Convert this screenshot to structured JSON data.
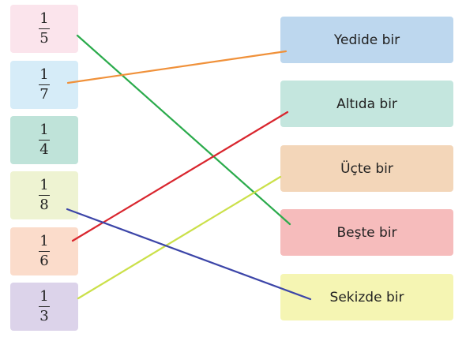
{
  "fractions": [
    {
      "numerator": "1",
      "denominator": "5",
      "color": "#fbe4ec"
    },
    {
      "numerator": "1",
      "denominator": "7",
      "color": "#d6ecf8"
    },
    {
      "numerator": "1",
      "denominator": "4",
      "color": "#bfe3d9"
    },
    {
      "numerator": "1",
      "denominator": "8",
      "color": "#eef3d2"
    },
    {
      "numerator": "1",
      "denominator": "6",
      "color": "#fbdccb"
    },
    {
      "numerator": "1",
      "denominator": "3",
      "color": "#dcd3ea"
    }
  ],
  "words": [
    {
      "label": "Yedide bir",
      "color": "#bdd7ee"
    },
    {
      "label": "Altıda bir",
      "color": "#c4e6de"
    },
    {
      "label": "Üçte bir",
      "color": "#f3d6b9"
    },
    {
      "label": "Beşte bir",
      "color": "#f6bcbc"
    },
    {
      "label": "Sekizde bir",
      "color": "#f5f5b3"
    }
  ],
  "connections": [
    {
      "from": "1/5",
      "to": "Beşte bir",
      "color": "#2bab4c"
    },
    {
      "from": "1/7",
      "to": "Yedide bir",
      "color": "#f0913a"
    },
    {
      "from": "1/6",
      "to": "Altıda bir",
      "color": "#d9262e"
    },
    {
      "from": "1/3",
      "to": "Üçte bir",
      "color": "#cbe04a"
    },
    {
      "from": "1/8",
      "to": "Sekizde bir",
      "color": "#3c45a8"
    }
  ]
}
